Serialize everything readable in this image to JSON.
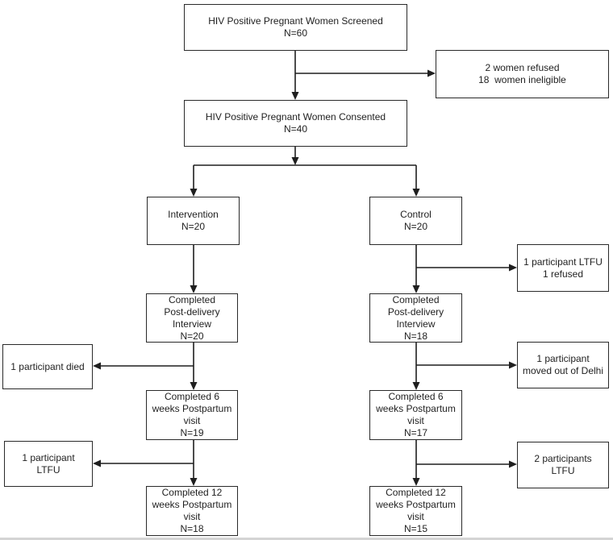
{
  "colors": {
    "box_border": "#2a2a2a",
    "text": "#1f1f1f",
    "line": "#1f1f1f",
    "background": "#ffffff"
  },
  "boxes": {
    "screened": {
      "lines": [
        "HIV Positive Pregnant Women Screened",
        "N=60"
      ]
    },
    "refused_ineligible": {
      "lines": [
        "2 women refused",
        "18  women ineligible"
      ]
    },
    "consented": {
      "lines": [
        "HIV Positive Pregnant Women Consented",
        "N=40"
      ]
    },
    "intervention": {
      "lines": [
        "Intervention",
        "N=20"
      ]
    },
    "control": {
      "lines": [
        "Control",
        "N=20"
      ]
    },
    "control_ltfu_refused": {
      "lines": [
        "1 participant LTFU",
        "1 refused"
      ]
    },
    "intervention_postdelivery": {
      "lines": [
        "Completed",
        "Post-delivery",
        "Interview",
        "N=20"
      ]
    },
    "control_postdelivery": {
      "lines": [
        "Completed",
        "Post-delivery",
        "Interview",
        "N=18"
      ]
    },
    "participant_died": {
      "lines": [
        "1 participant died"
      ]
    },
    "moved_out_of_delhi": {
      "lines": [
        "1 participant",
        "moved out of Delhi"
      ]
    },
    "intervention_6weeks": {
      "lines": [
        "Completed 6",
        "weeks Postpartum",
        "visit",
        "N=19"
      ]
    },
    "control_6weeks": {
      "lines": [
        "Completed 6",
        "weeks Postpartum",
        "visit",
        "N=17"
      ]
    },
    "intervention_ltfu": {
      "lines": [
        "1 participant",
        "LTFU"
      ]
    },
    "control_ltfu": {
      "lines": [
        "2 participants",
        "LTFU"
      ]
    },
    "intervention_12weeks": {
      "lines": [
        "Completed 12",
        "weeks Postpartum",
        "visit",
        "N=18"
      ]
    },
    "control_12weeks": {
      "lines": [
        "Completed 12",
        "weeks Postpartum",
        "visit",
        "N=15"
      ]
    }
  }
}
